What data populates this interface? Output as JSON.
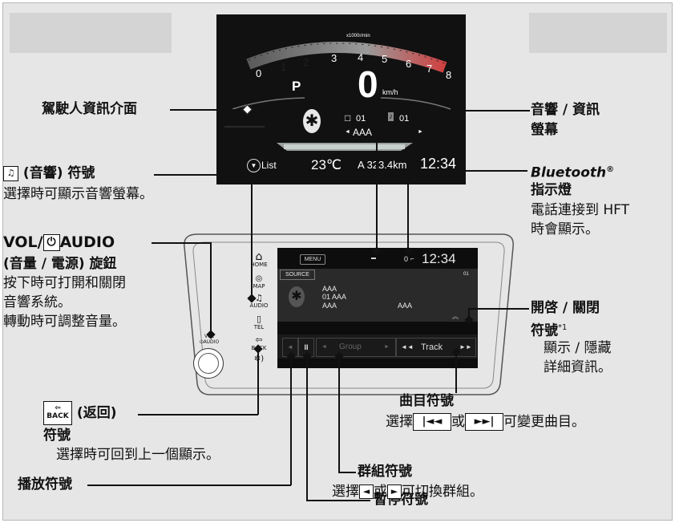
{
  "cluster": {
    "tach_label": "x1000r/min",
    "tach_numbers": [
      "0",
      "1",
      "2",
      "3",
      "4",
      "5",
      "6",
      "7",
      "8"
    ],
    "gear": "P",
    "speed": "0",
    "speed_unit": "km/h",
    "ch_icon": "□",
    "track_num": "01",
    "track_icon_letter": "♪",
    "track_num2": "01",
    "album": "AAA",
    "list_label": "List",
    "temp": "23℃",
    "odo": "A 323.4km",
    "time": "12:34"
  },
  "screen": {
    "menu": "MENU",
    "time": "12:34",
    "signal": "0",
    "source": "SOURCE",
    "track_top": "01",
    "rows": [
      "AAA",
      "01 AAA",
      "AAA"
    ],
    "row3_right": "AAA",
    "group_label": "Group",
    "track_label": "Track"
  },
  "side_buttons": {
    "home": "HOME",
    "map": "MAP",
    "audio": "AUDIO",
    "tel": "TEL",
    "back": "BACK",
    "vol_label_top": "VOL",
    "vol_label_bottom": "AUDIO"
  },
  "labels": {
    "driver_info": "駕駛人資訊介面",
    "audio_icon_title": "(音響) 符號",
    "audio_icon_desc": "選擇時可顯示音響螢幕。",
    "vol_title_a": "VOL/",
    "vol_title_b": "AUDIO",
    "vol_line2": "(音量 / 電源) 旋鈕",
    "vol_line3": "按下時可打開和關閉",
    "vol_line4": "音響系統。",
    "vol_line5": "轉動時可調整音量。",
    "back_title": "(返回)",
    "back_line2": "符號",
    "back_line3": "選擇時可回到上一個顯示。",
    "play": "播放符號",
    "pause": "暫停符號",
    "group_title": "群組符號",
    "group_desc_a": "選擇",
    "group_desc_b": "或",
    "group_desc_c": "可切換群組。",
    "track_title": "曲目符號",
    "track_desc_a": "選擇",
    "track_desc_b": "或",
    "track_desc_c": "可變更曲目。",
    "audio_screen_1": "音響 / 資訊",
    "audio_screen_2": "螢幕",
    "bt_title": "Bluetooth",
    "bt_reg": "®",
    "bt_line2": "指示燈",
    "bt_line3": "電話連接到 HFT",
    "bt_line4": "時會顯示。",
    "open_close_1": "開啓 / 關閉",
    "open_close_2": "符號",
    "open_close_sup": "*1",
    "open_close_3": "顯示 / 隱藏",
    "open_close_4": "詳細資訊。"
  }
}
